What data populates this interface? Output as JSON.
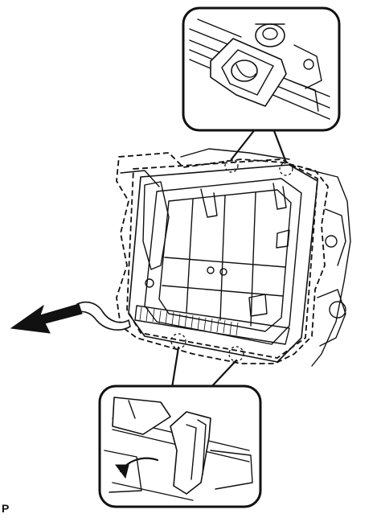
{
  "figure_code": "P",
  "colors": {
    "ink": "#111111",
    "paper": "#ffffff"
  },
  "callouts": [
    {
      "id": "top",
      "detail": "clip-tab-detail"
    },
    {
      "id": "bottom",
      "detail": "claw-release-detail"
    }
  ],
  "removal_arrow": {
    "direction": "left-down"
  }
}
